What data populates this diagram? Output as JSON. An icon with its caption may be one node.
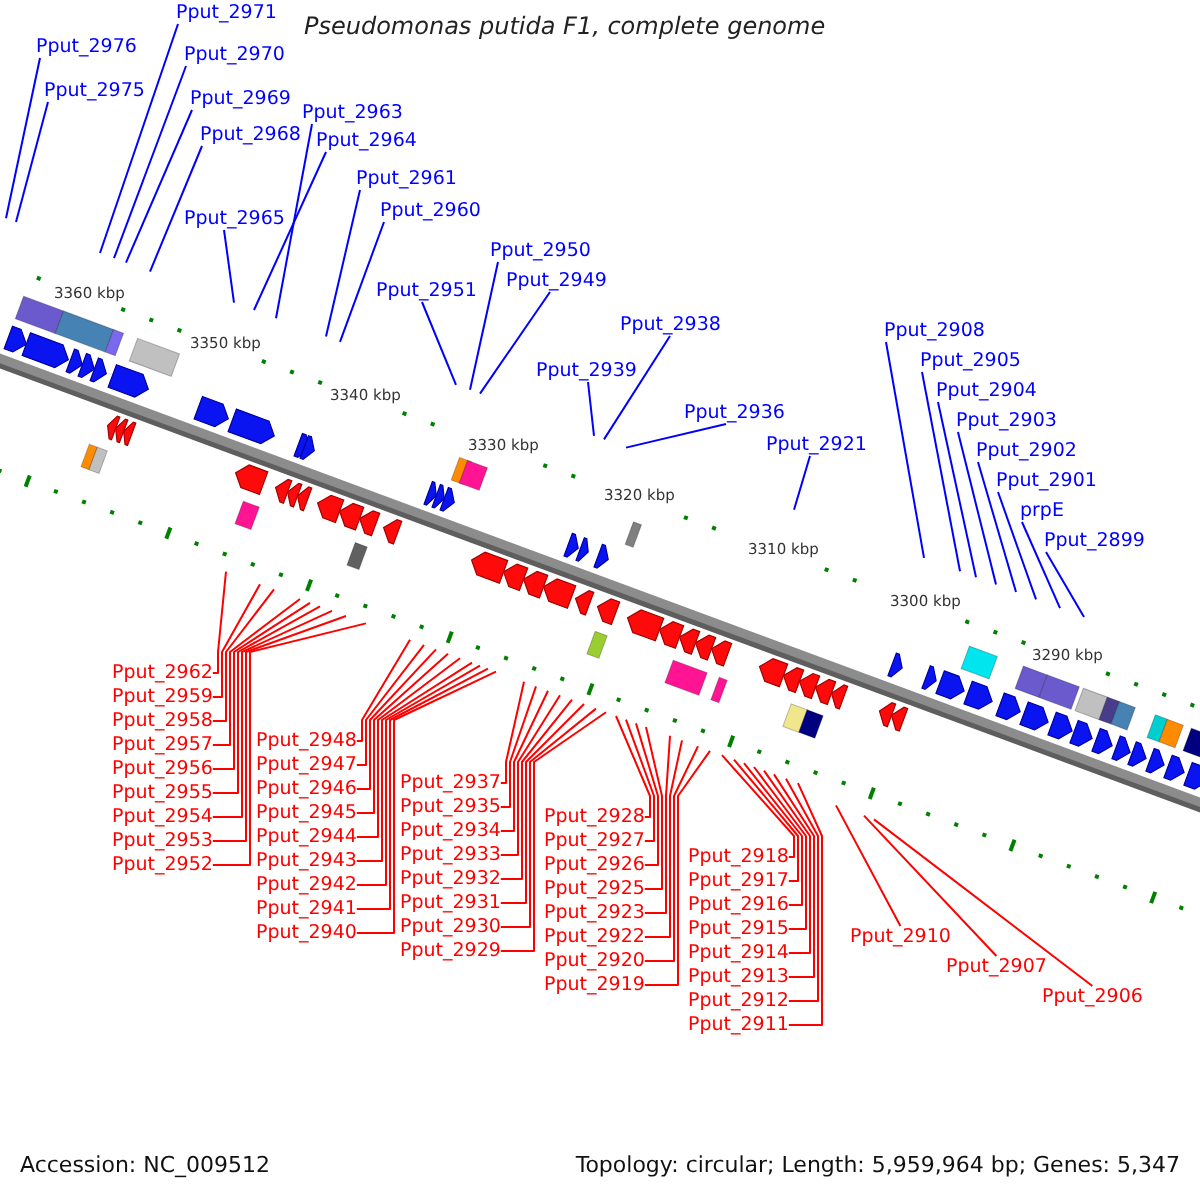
{
  "diagram": {
    "title": "Pseudomonas putida F1, complete genome",
    "nodes": [
      {
        "text": [
          "Pput_2976"
        ]
      },
      {
        "text": [
          "Pput_2975"
        ]
      },
      {
        "text": [
          "Pput_2971"
        ]
      },
      {
        "text": [
          "Pput_2970"
        ]
      },
      {
        "text": [
          "Pput_2969"
        ]
      },
      {
        "text": [
          "Pput_2968"
        ]
      },
      {
        "text": [
          "Pput_2965"
        ]
      },
      {
        "text": [
          "Pput_2964"
        ]
      },
      {
        "text": [
          "Pput_2963"
        ]
      },
      {
        "text": [
          "Pput_2961"
        ]
      },
      {
        "text": [
          "Pput_2960"
        ]
      },
      {
        "text": [
          "Pput_2951"
        ]
      },
      {
        "text": [
          "Pput_2950"
        ]
      },
      {
        "text": [
          "Pput_2949"
        ]
      },
      {
        "text": [
          "Pput_2939"
        ]
      },
      {
        "text": [
          "Pput_2938"
        ]
      },
      {
        "text": [
          "Pput_2936"
        ]
      },
      {
        "text": [
          "Pput_2921"
        ]
      },
      {
        "text": [
          "Pput_2908"
        ]
      },
      {
        "text": [
          "Pput_2905"
        ]
      },
      {
        "text": [
          "Pput_2904"
        ]
      },
      {
        "text": [
          "Pput_2903"
        ]
      },
      {
        "text": [
          "Pput_2902"
        ]
      },
      {
        "text": [
          "Pput_2901"
        ]
      },
      {
        "text": [
          "prpE"
        ]
      },
      {
        "text": [
          "Pput_2899"
        ]
      },
      {
        "text": [
          "Pput_2962"
        ]
      },
      {
        "text": [
          "Pput_2959"
        ]
      },
      {
        "text": [
          "Pput_2958"
        ]
      },
      {
        "text": [
          "Pput_2952"
        ]
      },
      {
        "text": [
          "Pput_2953"
        ]
      },
      {
        "text": [
          "Pput_2954"
        ]
      },
      {
        "text": [
          "Pput_2955"
        ]
      },
      {
        "text": [
          "Pput_2956"
        ]
      },
      {
        "text": [
          "Pput_2957"
        ]
      },
      {
        "text": [
          "Pput_2947"
        ]
      },
      {
        "text": [
          "Pput_2944"
        ]
      },
      {
        "text": [
          "Pput_2946"
        ]
      },
      {
        "text": [
          "Pput_2948"
        ]
      },
      {
        "text": [
          "Pput_2940"
        ]
      },
      {
        "text": [
          "Pput_2937"
        ]
      },
      {
        "text": [
          "Pput_2941"
        ]
      },
      {
        "text": [
          "Pput_2942"
        ]
      },
      {
        "text": [
          "Pput_2943"
        ]
      },
      {
        "text": [
          "Pput_2945"
        ]
      },
      {
        "text": [
          "Pput_2935"
        ]
      },
      {
        "text": [
          "Pput_2933"
        ]
      },
      {
        "text": [
          "Pput_2929"
        ]
      },
      {
        "text": [
          "Pput_2931"
        ]
      },
      {
        "text": [
          "Pput_2928"
        ]
      },
      {
        "text": [
          "Pput_2930"
        ]
      },
      {
        "text": [
          "Pput_2925"
        ]
      },
      {
        "text": [
          "Pput_2926"
        ]
      },
      {
        "text": [
          "Pput_2927"
        ]
      },
      {
        "text": [
          "Pput_2932"
        ]
      },
      {
        "text": [
          "Pput_2934"
        ]
      },
      {
        "text": [
          "Pput_2923"
        ]
      },
      {
        "text": [
          "Pput_2919"
        ]
      },
      {
        "text": [
          "Pput_2922"
        ]
      },
      {
        "text": [
          "Pput_2918"
        ]
      },
      {
        "text": [
          "Pput_2920"
        ]
      },
      {
        "text": [
          "Pput_2913"
        ]
      },
      {
        "text": [
          "Pput_2911"
        ]
      },
      {
        "text": [
          "Pput_2912"
        ]
      },
      {
        "text": [
          "Pput_2914"
        ]
      },
      {
        "text": [
          "Pput_2915"
        ]
      },
      {
        "text": [
          "Pput_2916"
        ]
      },
      {
        "text": [
          "Pput_2917"
        ]
      },
      {
        "text": [
          "Pput_2910"
        ]
      },
      {
        "text": [
          "Pput_2907"
        ]
      },
      {
        "text": [
          "Pput_2906"
        ]
      }
    ],
    "edges": [
      {
        "from": 0,
        "to": null,
        "arrow": "none",
        "color": "#0000ff"
      },
      {
        "from": 1,
        "to": null,
        "arrow": "none",
        "color": "#0000ff"
      },
      {
        "from": 2,
        "to": null,
        "arrow": "none",
        "color": "#0000ff"
      },
      {
        "from": 3,
        "to": null,
        "arrow": "none",
        "color": "#0000ff"
      },
      {
        "from": 4,
        "to": null,
        "arrow": "none",
        "color": "#0000ff"
      },
      {
        "from": 5,
        "to": null,
        "arrow": "none",
        "color": "#0000ff"
      },
      {
        "from": 6,
        "to": null,
        "arrow": "none",
        "color": "#0000ff"
      },
      {
        "from": 7,
        "to": null,
        "arrow": "none",
        "color": "#0000ff"
      },
      {
        "from": 8,
        "to": null,
        "arrow": "none",
        "color": "#0000ff"
      },
      {
        "from": 9,
        "to": null,
        "arrow": "none",
        "color": "#0000ff"
      },
      {
        "from": 10,
        "to": null,
        "arrow": "none",
        "color": "#0000ff"
      },
      {
        "from": 11,
        "to": null,
        "arrow": "none",
        "color": "#0000ff"
      },
      {
        "from": 12,
        "to": null,
        "arrow": "none",
        "color": "#0000ff"
      },
      {
        "from": 13,
        "to": null,
        "arrow": "none",
        "color": "#0000ff"
      },
      {
        "from": 14,
        "to": null,
        "arrow": "none",
        "color": "#0000ff"
      },
      {
        "from": 15,
        "to": null,
        "arrow": "none",
        "color": "#0000ff"
      },
      {
        "from": 16,
        "to": null,
        "arrow": "none",
        "color": "#0000ff"
      },
      {
        "from": 17,
        "to": null,
        "arrow": "none",
        "color": "#0000ff"
      },
      {
        "from": 18,
        "to": null,
        "arrow": "none",
        "color": "#0000ff"
      },
      {
        "from": 19,
        "to": null,
        "arrow": "none",
        "color": "#0000ff"
      },
      {
        "from": 20,
        "to": null,
        "arrow": "none",
        "color": "#0000ff"
      },
      {
        "from": 21,
        "to": null,
        "arrow": "none",
        "color": "#0000ff"
      },
      {
        "from": 22,
        "to": null,
        "arrow": "none",
        "color": "#0000ff"
      },
      {
        "from": 23,
        "to": null,
        "arrow": "none",
        "color": "#0000ff"
      },
      {
        "from": 24,
        "to": null,
        "arrow": "none",
        "color": "#0000ff"
      },
      {
        "from": 25,
        "to": null,
        "arrow": "none",
        "color": "#0000ff"
      },
      {
        "from": 26,
        "to": null,
        "arrow": "none"
      },
      {
        "from": 27,
        "to": null,
        "arrow": "none"
      },
      {
        "from": 28,
        "to": null,
        "arrow": "none"
      },
      {
        "from": 29,
        "to": null,
        "arrow": "none"
      },
      {
        "from": 30,
        "to": null,
        "arrow": "none"
      },
      {
        "from": 31,
        "to": null,
        "arrow": "none"
      },
      {
        "from": 32,
        "to": null,
        "arrow": "none"
      },
      {
        "from": 33,
        "to": null,
        "arrow": "none"
      },
      {
        "from": 34,
        "to": null,
        "arrow": "none"
      },
      {
        "from": 35,
        "to": null,
        "arrow": "none"
      },
      {
        "from": 36,
        "to": null,
        "arrow": "none"
      },
      {
        "from": 37,
        "to": null,
        "arrow": "none"
      },
      {
        "from": 38,
        "to": null,
        "arrow": "none"
      },
      {
        "from": 39,
        "to": null,
        "arrow": "none"
      },
      {
        "from": 40,
        "to": null,
        "arrow": "none"
      },
      {
        "from": 41,
        "to": null,
        "arrow": "none"
      },
      {
        "from": 42,
        "to": null,
        "arrow": "none"
      },
      {
        "from": 43,
        "to": null,
        "arrow": "none"
      },
      {
        "from": 44,
        "to": null,
        "arrow": "none"
      },
      {
        "from": 45,
        "to": null,
        "arrow": "none"
      },
      {
        "from": 46,
        "to": null,
        "arrow": "none"
      },
      {
        "from": 47,
        "to": null,
        "arrow": "none"
      },
      {
        "from": 48,
        "to": null,
        "arrow": "none"
      },
      {
        "from": 49,
        "to": null,
        "arrow": "none"
      },
      {
        "from": 50,
        "to": null,
        "arrow": "none"
      },
      {
        "from": 51,
        "to": null,
        "arrow": "none"
      },
      {
        "from": 52,
        "to": null,
        "arrow": "none"
      },
      {
        "from": 53,
        "to": null,
        "arrow": "none"
      },
      {
        "from": 54,
        "to": null,
        "arrow": "none"
      },
      {
        "from": 55,
        "to": null,
        "arrow": "none"
      },
      {
        "from": 56,
        "to": null,
        "arrow": "none"
      },
      {
        "from": 57,
        "to": null,
        "arrow": "none"
      },
      {
        "from": 58,
        "to": null,
        "arrow": "none"
      },
      {
        "from": 59,
        "to": null,
        "arrow": "none"
      },
      {
        "from": 60,
        "to": null,
        "arrow": "none"
      },
      {
        "from": 61,
        "to": null,
        "arrow": "none"
      },
      {
        "from": 62,
        "to": null,
        "arrow": "none"
      },
      {
        "from": 63,
        "to": null,
        "arrow": "none"
      },
      {
        "from": 64,
        "to": null,
        "arrow": "none"
      },
      {
        "from": 65,
        "to": null,
        "arrow": "none"
      },
      {
        "from": 66,
        "to": null,
        "arrow": "none"
      },
      {
        "from": 67,
        "to": null,
        "arrow": "none"
      },
      {
        "from": 68,
        "to": null,
        "arrow": "none"
      },
      {
        "from": 69,
        "to": null,
        "arrow": "none"
      },
      {
        "from": 70,
        "to": null,
        "arrow": "none"
      }
    ],
    "labels": [
      "3360 kbp",
      "3350 kbp",
      "3340 kbp",
      "3330 kbp",
      "3320 kbp",
      "3310 kbp",
      "3300 kbp",
      "3290 kbp",
      "Accession: NC_009512",
      "Topology: circular; Length: 5,959,964 bp; Genes: 5,347"
    ]
  }
}
